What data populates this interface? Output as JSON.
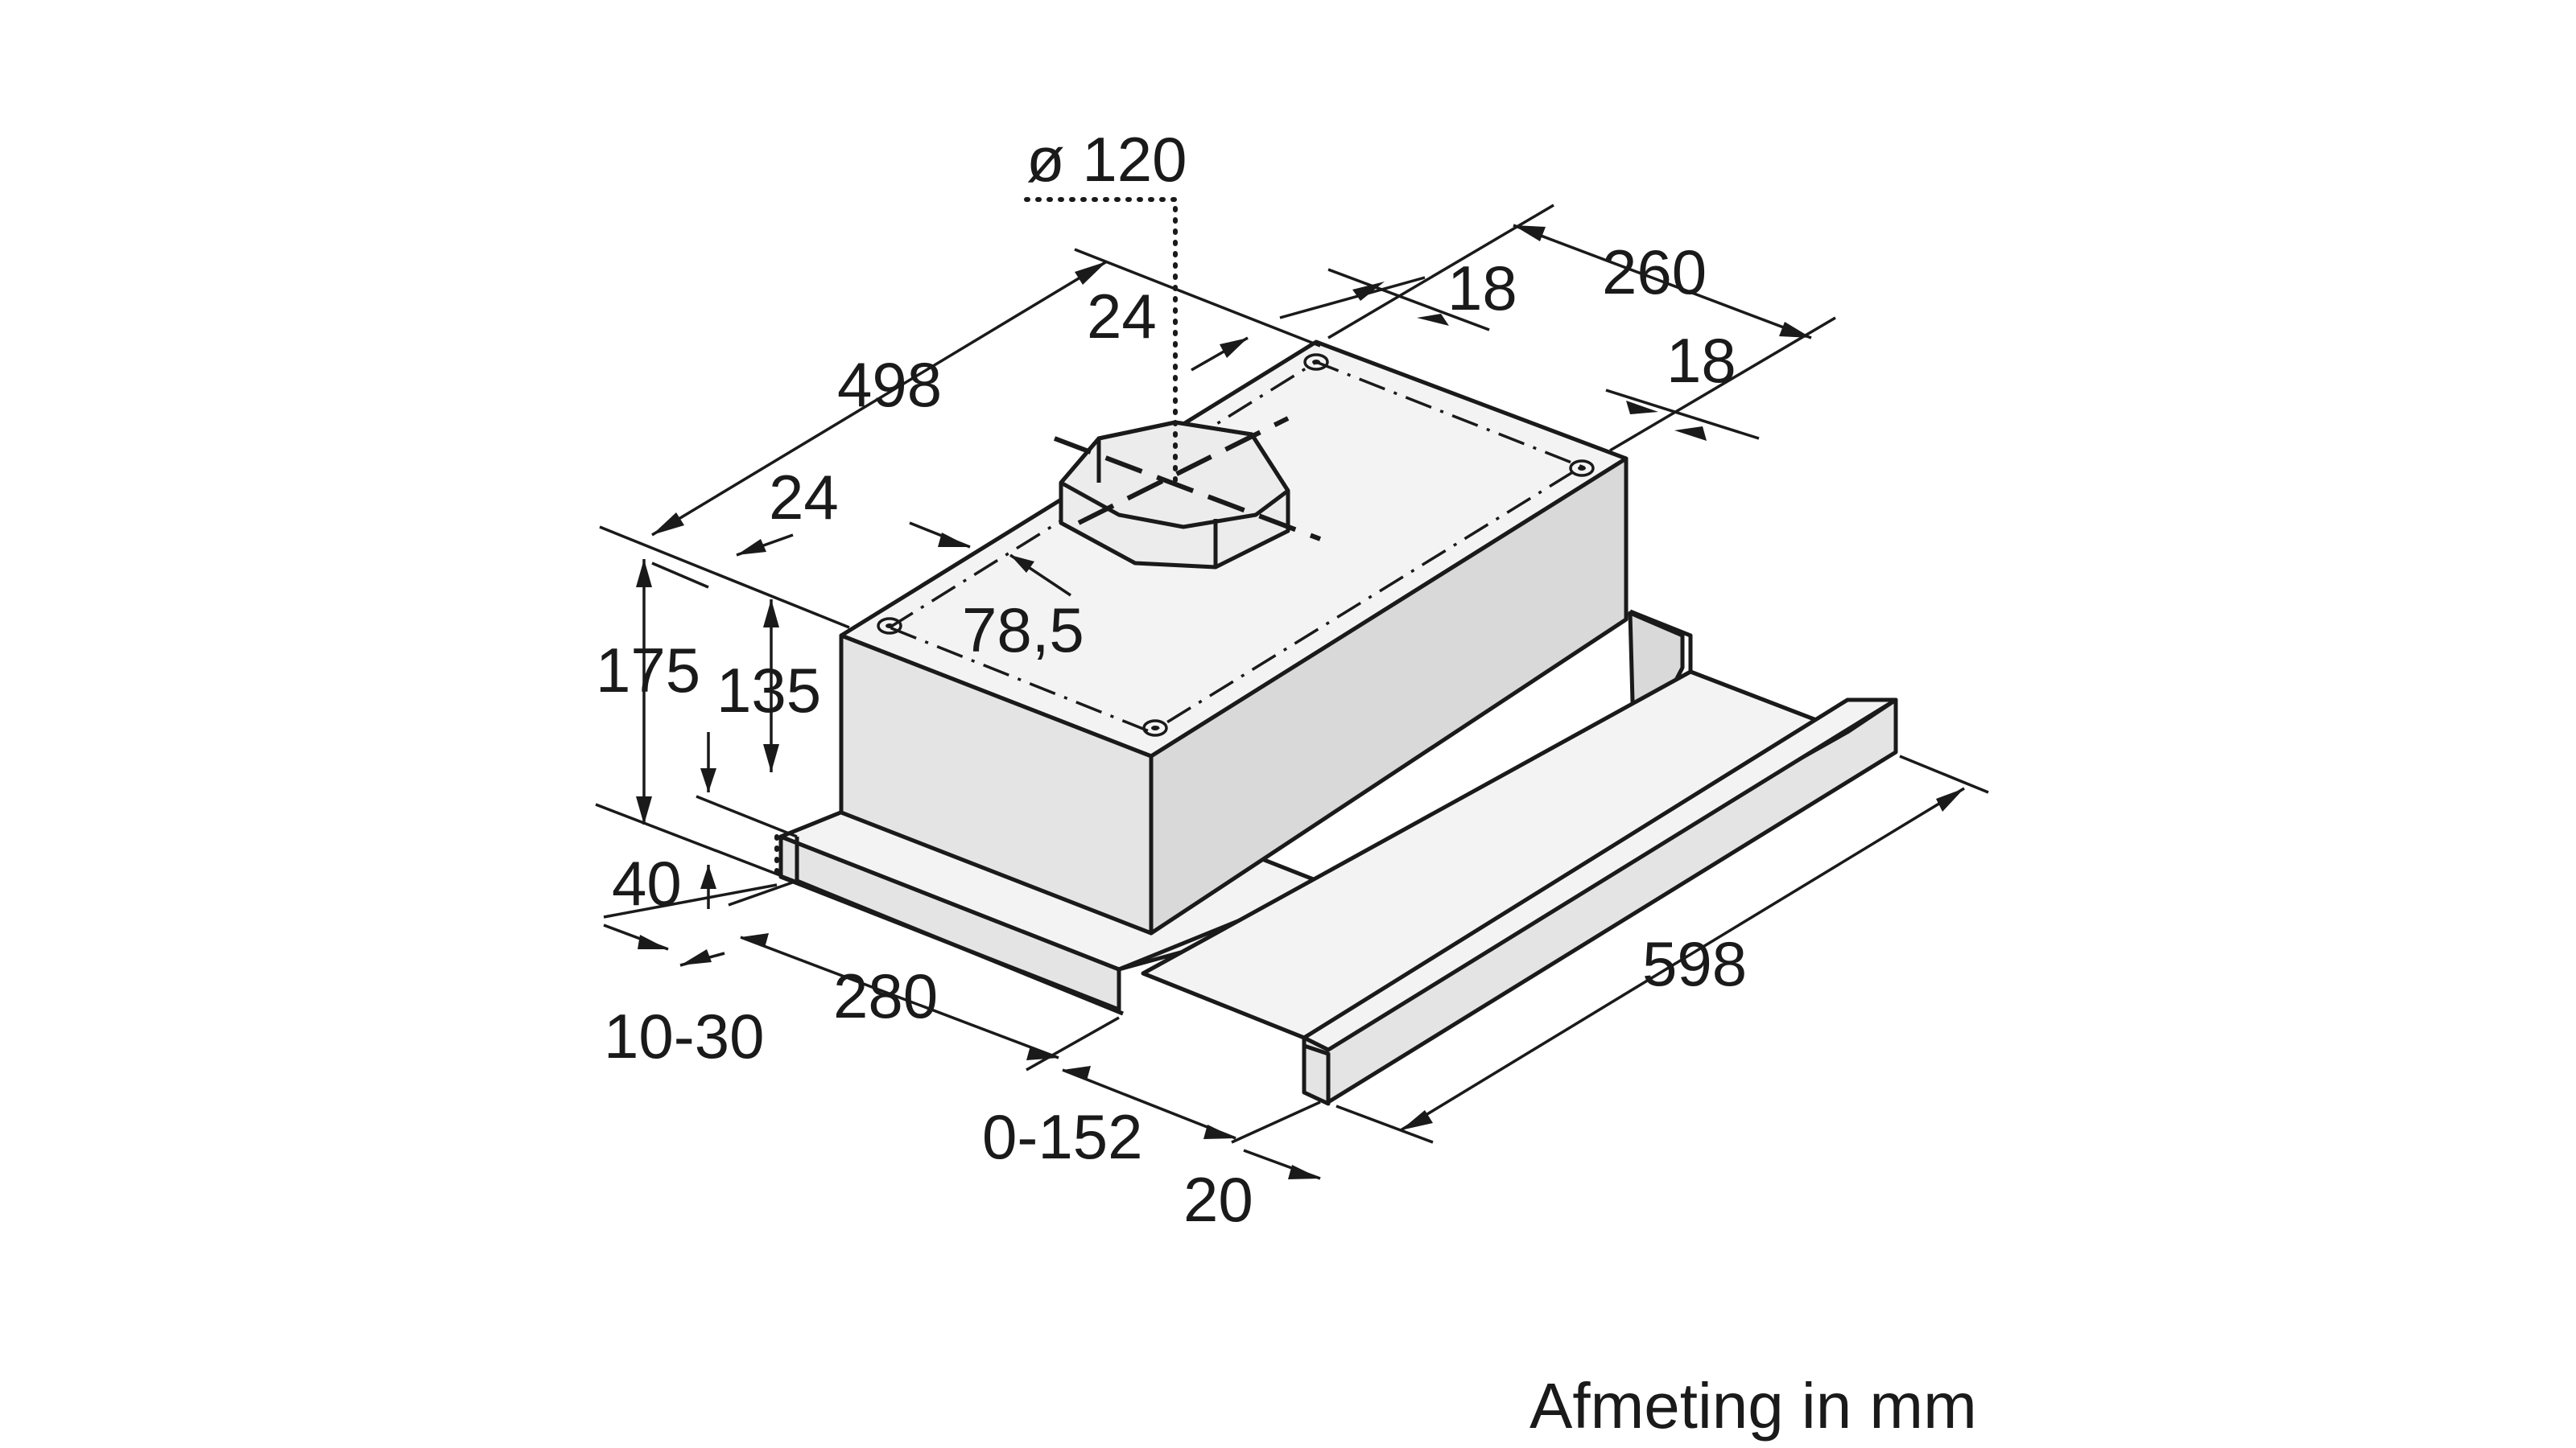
{
  "dimensions": {
    "duct_diameter": "ø 120",
    "depth_overall": "260",
    "edge_offset_top": "18",
    "edge_offset_right": "18",
    "width_body": "498",
    "inset_rear": "24",
    "inset_front": "24",
    "duct_offset": "78,5",
    "height_total": "175",
    "height_body": "135",
    "height_front": "40",
    "wall_gap": "10-30",
    "depth_body": "280",
    "extension": "0-152",
    "front_panel": "20",
    "width_total": "598"
  },
  "caption": "Afmeting in mm",
  "colors": {
    "line": "#1a1a1a",
    "background": "#ffffff"
  }
}
